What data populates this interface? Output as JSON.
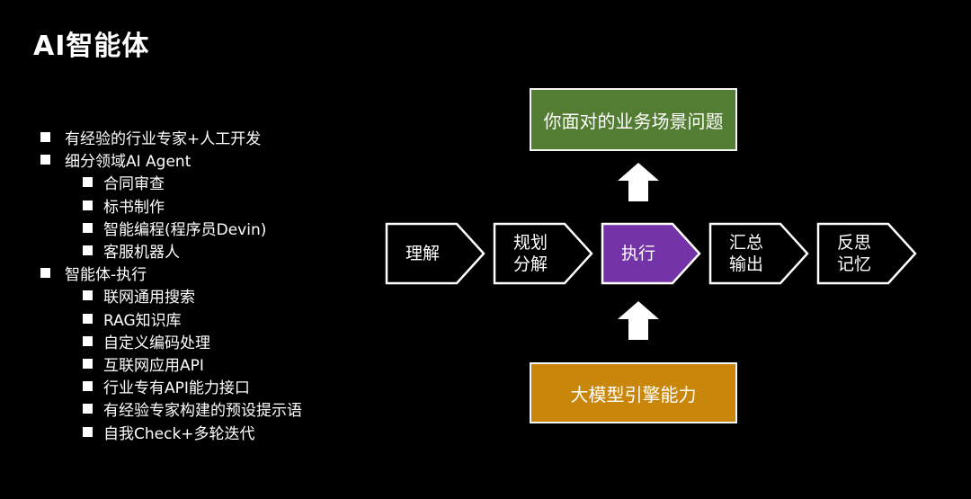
{
  "title": "AI智能体",
  "bullets": {
    "items": [
      {
        "level": 1,
        "text": "有经验的行业专家+人工开发"
      },
      {
        "level": 1,
        "text": "细分领域AI Agent"
      },
      {
        "level": 2,
        "text": "合同审查"
      },
      {
        "level": 2,
        "text": "标书制作"
      },
      {
        "level": 2,
        "text": "智能编程(程序员Devin)"
      },
      {
        "level": 2,
        "text": "客服机器人"
      },
      {
        "level": 1,
        "text": "智能体-执行"
      },
      {
        "level": 2,
        "text": "联网通用搜索"
      },
      {
        "level": 2,
        "text": "RAG知识库"
      },
      {
        "level": 2,
        "text": "自定义编码处理"
      },
      {
        "level": 2,
        "text": "互联网应用API"
      },
      {
        "level": 2,
        "text": "行业专有API能力接口"
      },
      {
        "level": 2,
        "text": "有经验专家构建的预设提示语"
      },
      {
        "level": 2,
        "text": "自我Check+多轮迭代"
      }
    ]
  },
  "flow": {
    "steps": [
      {
        "lines": [
          "理解"
        ],
        "highlighted": false
      },
      {
        "lines": [
          "规划",
          "分解"
        ],
        "highlighted": false
      },
      {
        "lines": [
          "执行"
        ],
        "highlighted": true
      },
      {
        "lines": [
          "汇总",
          "输出"
        ],
        "highlighted": false
      },
      {
        "lines": [
          "反思",
          "记忆"
        ],
        "highlighted": false
      }
    ]
  },
  "problem_box": {
    "label": "你面对的业务场景问题"
  },
  "engine_box": {
    "label": "大模型引擎能力"
  },
  "arrows": [
    {
      "name": "arrow-execute-to-problem",
      "direction": "up"
    },
    {
      "name": "arrow-engine-to-execute",
      "direction": "up"
    }
  ],
  "colors": {
    "background": "#000000",
    "text": "#ffffff",
    "outline": "#ffffff",
    "step_fill": "#000000",
    "step_highlight": "#7433a6",
    "problem_box_fill": "#537d33",
    "engine_box_fill": "#c8860a",
    "arrow_fill": "#ffffff"
  }
}
